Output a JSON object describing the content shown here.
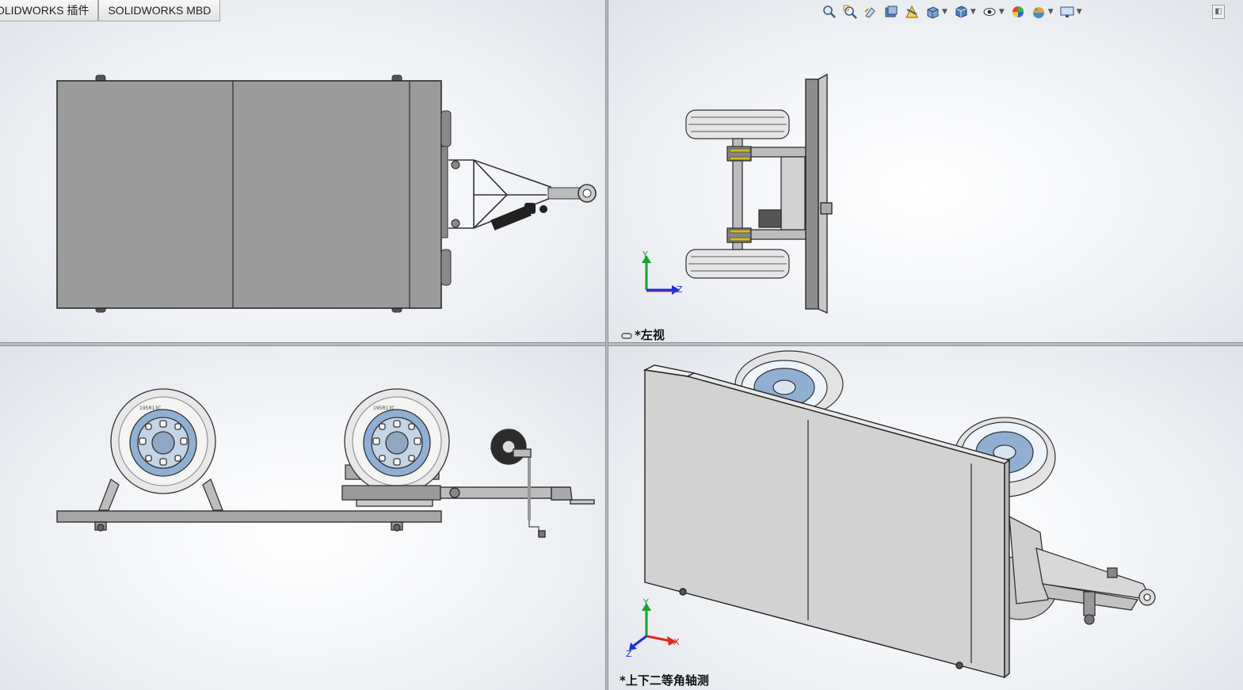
{
  "tabs": [
    {
      "label": "OLIDWORKS 插件"
    },
    {
      "label": "SOLIDWORKS MBD"
    }
  ],
  "toolbar": {
    "icons": [
      "zoom-to-fit-icon",
      "zoom-to-area-icon",
      "previous-view-icon",
      "section-view-icon",
      "dynamic-annotation-icon",
      "view-orientation-icon",
      "display-style-icon",
      "hide-show-icon",
      "edit-appearance-icon",
      "apply-scene-icon",
      "view-settings-icon"
    ]
  },
  "viewports": {
    "top_right": {
      "label": "*左视"
    },
    "bottom_right": {
      "label": "*上下二等角轴测"
    }
  },
  "triad": {
    "y": "Y",
    "z": "Z",
    "x": "X"
  },
  "tire_text": "195R13C",
  "colors": {
    "panel": "#9b9b9b",
    "iso_panel": "#d2d2d2",
    "frame": "#a7a7a7",
    "wheel_rim": "#8fb0d3",
    "axis_x": "#e0261b",
    "axis_y": "#17a32a",
    "axis_z": "#1d2fd6"
  }
}
